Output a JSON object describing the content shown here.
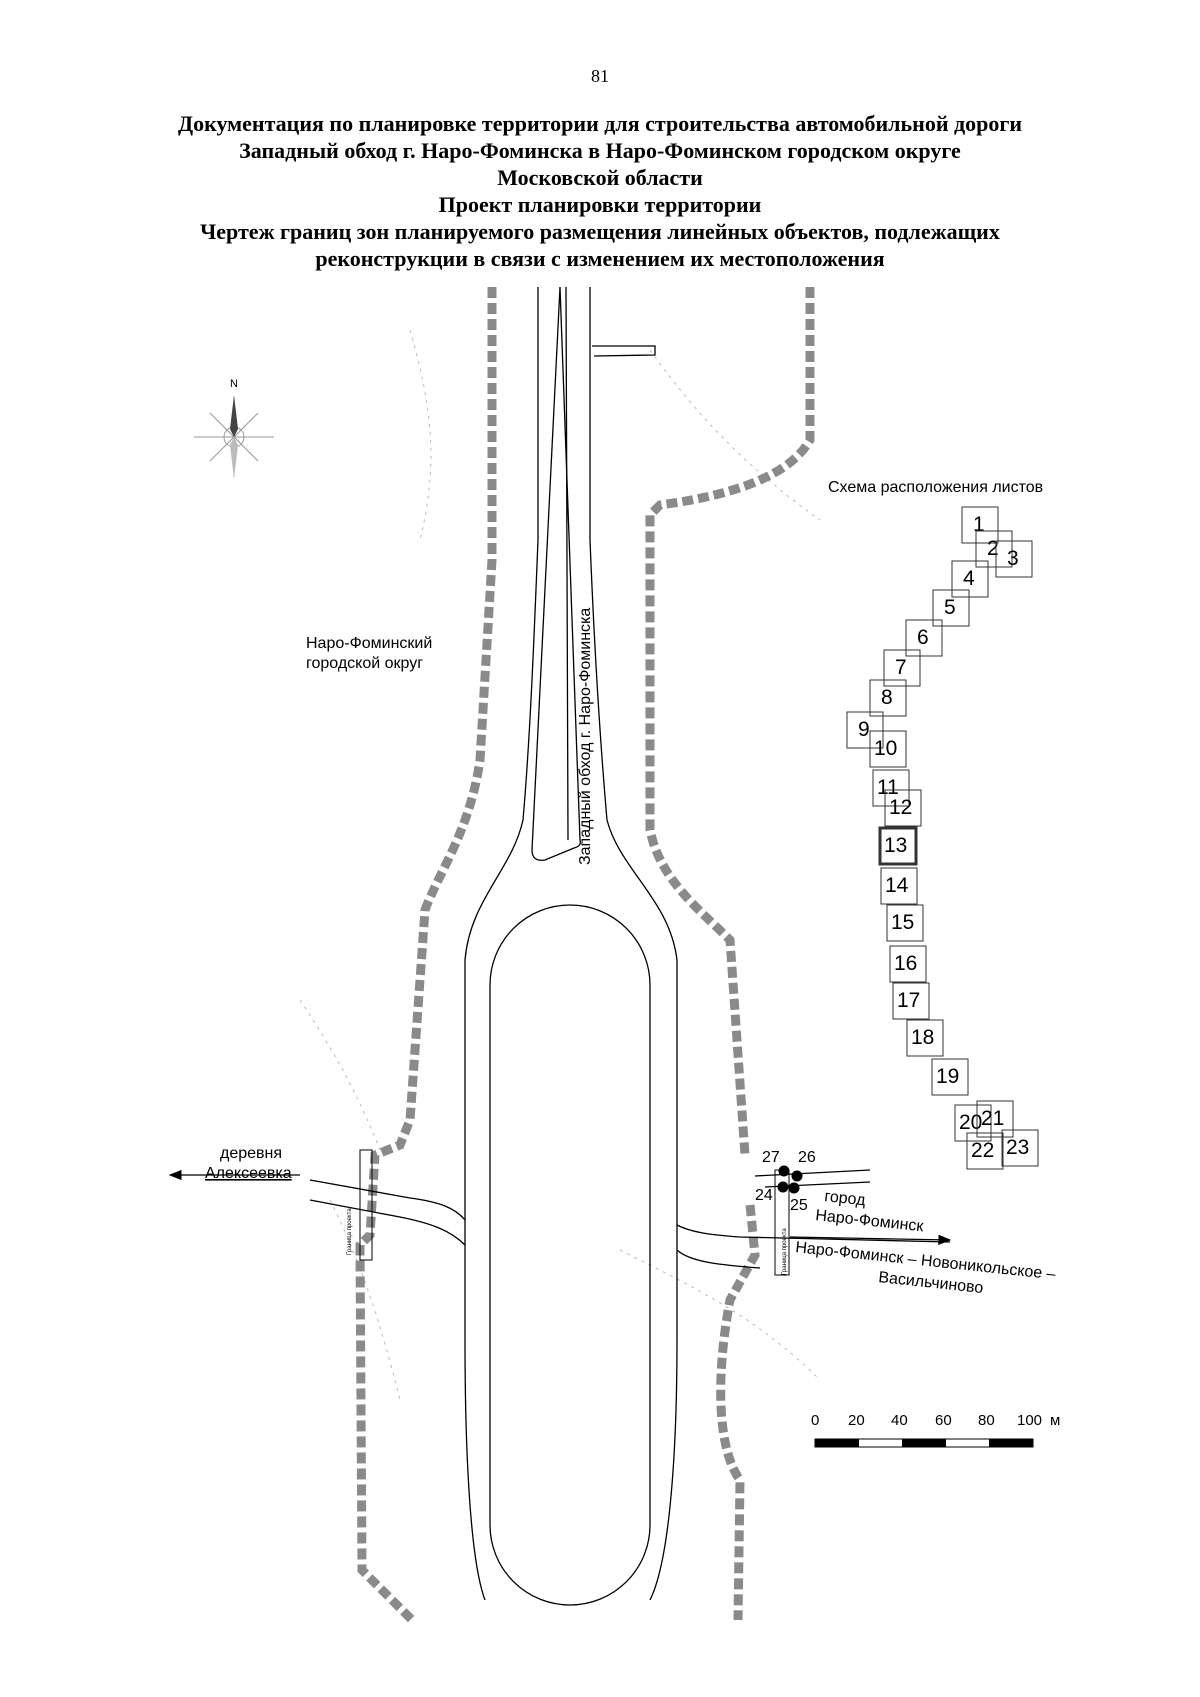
{
  "page_number": "81",
  "title_lines": [
    "Документация по планировке территории для строительства автомобильной дороги",
    "Западный обход г. Наро-Фоминска в Наро-Фоминском городском округе",
    "Московской области",
    "Проект планировки территории",
    "Чертеж границ зон планируемого размещения линейных объектов, подлежащих",
    "реконструкции в связи с изменением их местоположения"
  ],
  "compass": {
    "north_label": "N"
  },
  "map_labels": {
    "district": [
      "Наро-Фоминский",
      "городской округ"
    ],
    "road_name": "Западный обход г. Наро-Фоминска",
    "village": [
      "деревня",
      "Алексеевка"
    ],
    "city": [
      "город",
      "Наро-Фоминск"
    ],
    "highway": [
      "Наро-Фоминск – Новоникольское –",
      "Васильчиново"
    ],
    "boundary_tag_left": "Граница проекта",
    "boundary_tag_right": "Граница проекта"
  },
  "points": [
    "27",
    "26",
    "24",
    "25"
  ],
  "sheet_layout": {
    "title": "Схема расположения листов",
    "sheets": [
      "1",
      "2",
      "3",
      "4",
      "5",
      "6",
      "7",
      "8",
      "9",
      "10",
      "11",
      "12",
      "13",
      "14",
      "15",
      "16",
      "17",
      "18",
      "19",
      "20",
      "21",
      "22",
      "23"
    ],
    "current_sheet": "13"
  },
  "scale_bar": {
    "ticks": [
      "0",
      "20",
      "40",
      "60",
      "80"
    ],
    "last_tick": "100",
    "unit": "м"
  }
}
